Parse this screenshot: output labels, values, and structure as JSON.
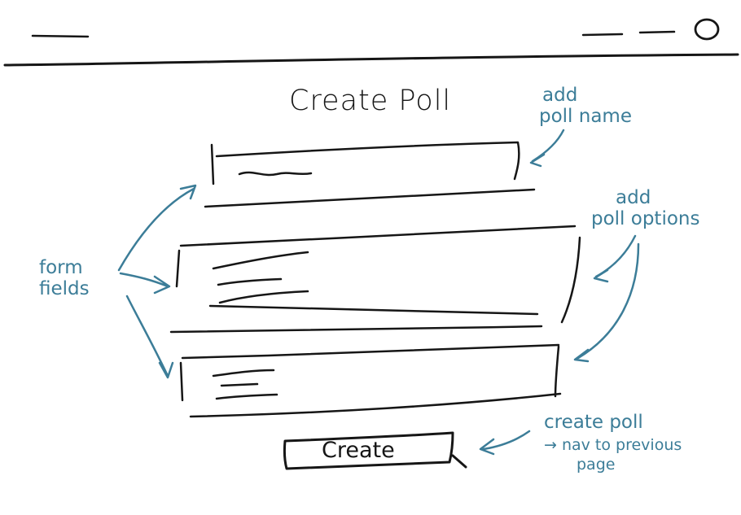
{
  "page": {
    "title": "Create Poll",
    "create_button_label": "Create"
  },
  "annotations": {
    "poll_name_line1": "add",
    "poll_name_line2": "poll name",
    "poll_options_line1": "add",
    "poll_options_line2": "poll options",
    "form_fields_line1": "form",
    "form_fields_line2": "fields",
    "create_line1": "create poll",
    "create_line2": "→ nav to previous",
    "create_line3": "page"
  },
  "colors": {
    "ink": "#161616",
    "annotation": "#3c7d98"
  }
}
